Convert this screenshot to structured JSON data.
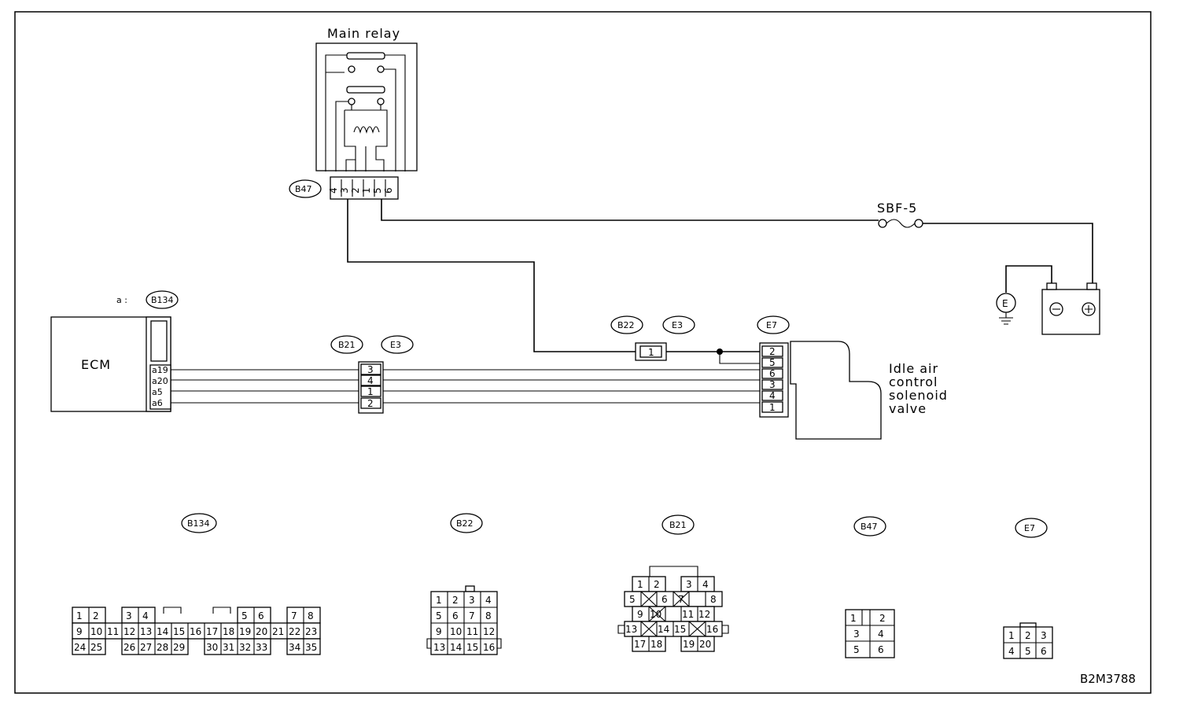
{
  "labels": {
    "main_relay": "Main relay",
    "ecm": "ECM",
    "ecm_prefix": "a :",
    "fuse": "SBF-5",
    "valve": [
      "Idle air",
      "control",
      "solenoid",
      "valve"
    ],
    "figure_id": "B2M3788",
    "ground_symbol": "E"
  },
  "tags": {
    "relay": "B47",
    "ecm": "B134",
    "harness1_b": "B21",
    "harness1_e": "E3",
    "harness2_b": "B22",
    "harness2_e": "E3",
    "valve": "E7"
  },
  "relay_pins": [
    "4",
    "3",
    "2",
    "1",
    "5",
    "6"
  ],
  "ecm_pins": [
    "a19",
    "a20",
    "a5",
    "a6"
  ],
  "harness1_pins": [
    "3",
    "4",
    "1",
    "2"
  ],
  "harness2_pin": "1",
  "valve_pins": [
    "2",
    "5",
    "6",
    "3",
    "4",
    "1"
  ],
  "connector_views": {
    "b134": {
      "tag": "B134",
      "row1": [
        "1",
        "2",
        "3",
        "4",
        "5",
        "6",
        "7",
        "8"
      ],
      "row2": [
        "9",
        "10",
        "11",
        "12",
        "13",
        "14",
        "15",
        "16",
        "17",
        "18",
        "19",
        "20",
        "21",
        "22",
        "23"
      ],
      "row3": [
        "24",
        "25",
        "26",
        "27",
        "28",
        "29",
        "30",
        "31",
        "32",
        "33",
        "34",
        "35"
      ]
    },
    "b22": {
      "tag": "B22",
      "pins": [
        "1",
        "2",
        "3",
        "4",
        "5",
        "6",
        "7",
        "8",
        "9",
        "10",
        "11",
        "12",
        "13",
        "14",
        "15",
        "16"
      ]
    },
    "b21": {
      "tag": "B21",
      "row1": [
        "1",
        "2",
        "3",
        "4"
      ],
      "row2": [
        "5",
        "6",
        "7",
        "8"
      ],
      "row3": [
        "9",
        "10",
        "11",
        "12"
      ],
      "row4": [
        "13",
        "14",
        "15",
        "16"
      ],
      "row5": [
        "17",
        "18",
        "19",
        "20"
      ]
    },
    "b47": {
      "tag": "B47",
      "pins": [
        "1",
        "2",
        "3",
        "4",
        "5",
        "6"
      ]
    },
    "e7": {
      "tag": "E7",
      "pins": [
        "1",
        "2",
        "3",
        "4",
        "5",
        "6"
      ]
    }
  }
}
